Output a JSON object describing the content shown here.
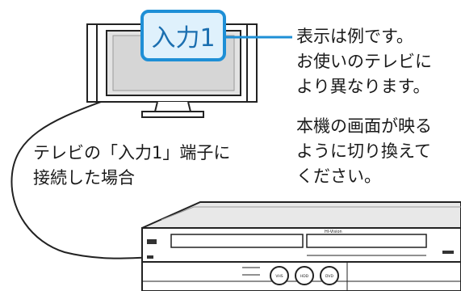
{
  "callout": {
    "input_label": "入力1"
  },
  "note_display": [
    "表示は例です。",
    "お使いのテレビに",
    "より異なります。"
  ],
  "note_switch": [
    "本機の画面が映る",
    "ように切り換えて",
    "ください。"
  ],
  "tv_connection_caption": [
    "テレビの「入力1」端子に",
    "接続した場合"
  ],
  "recorder": {
    "brand_label": "HI-Vision",
    "button_labels": [
      "VHS",
      "HDD",
      "DVD"
    ]
  },
  "colors": {
    "accent": "#1e8fd6",
    "screen": "#e0e0e0",
    "outline": "#222222"
  }
}
